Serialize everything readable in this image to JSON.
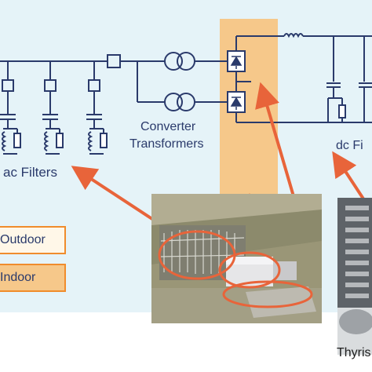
{
  "labels": {
    "converter_line1": "Converter",
    "converter_line2": "Transformers",
    "ac_filters": "ac  Filters",
    "dc_filters": "dc  Fi",
    "thyristor_caption": "Thyris"
  },
  "legend": {
    "outdoor": "Outdoor",
    "indoor": "Indoor"
  },
  "colors": {
    "background_panel": "#e5f3f8",
    "line": "#2a3a6b",
    "indoor_band": "#f6c88a",
    "arrow": "#e8643a",
    "legend_border": "#f08c2c"
  }
}
